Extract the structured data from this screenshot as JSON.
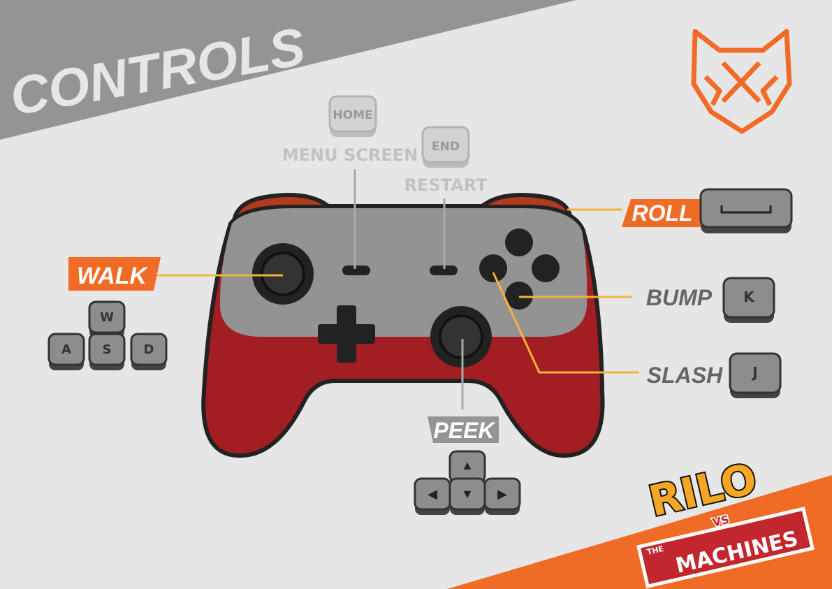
{
  "title": "CONTROLS",
  "colors": {
    "background": "#e6e6e6",
    "banner": "#949494",
    "accent": "#f06b25",
    "controller_body": "#a31e22",
    "controller_face": "#939393",
    "line": "#f5b33a"
  },
  "system": {
    "home_key": "HOME",
    "home_label": "MENU SCREEN",
    "end_key": "END",
    "end_label": "RESTART"
  },
  "actions": {
    "walk": {
      "label": "WALK",
      "keys": [
        "W",
        "A",
        "S",
        "D"
      ]
    },
    "roll": {
      "label": "ROLL",
      "key_icon": "spacebar-icon"
    },
    "bump": {
      "label": "BUMP",
      "key": "K"
    },
    "slash": {
      "label": "SLASH",
      "key": "J"
    },
    "peek": {
      "label": "PEEK",
      "keys": [
        "▲",
        "◀",
        "▼",
        "▶"
      ]
    }
  },
  "logo": {
    "title": "RILO",
    "vs": "VS",
    "the": "THE",
    "subtitle": "MACHINES"
  }
}
